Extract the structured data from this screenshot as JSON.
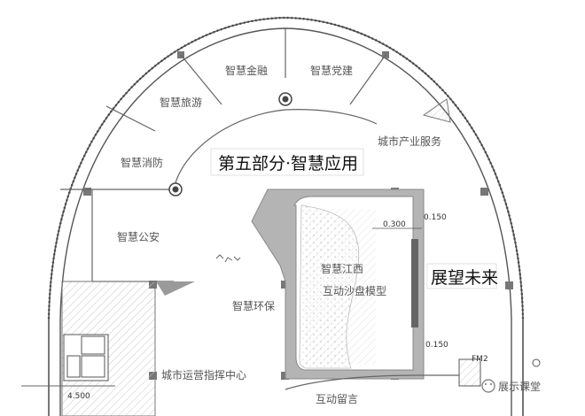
{
  "plan": {
    "title": "第五部分·智慧应用",
    "future_sign": "展望未来",
    "zones": {
      "finance": "智慧金融",
      "party": "智慧党建",
      "tourism": "智慧旅游",
      "industry": "城市产业服务",
      "fire": "智慧消防",
      "police": "智慧公安",
      "environment": "智慧环保",
      "sandtable_line1": "智慧江西",
      "sandtable_line2": "互动沙盘模型",
      "ops_center": "城市运营指挥中心",
      "message": "互动留言"
    },
    "dimensions": {
      "d1": "0.150",
      "d2": "0.300",
      "d3": "0.150",
      "width": "4.500",
      "fm": "FM2"
    }
  },
  "watermark": {
    "text": "展示课堂"
  }
}
